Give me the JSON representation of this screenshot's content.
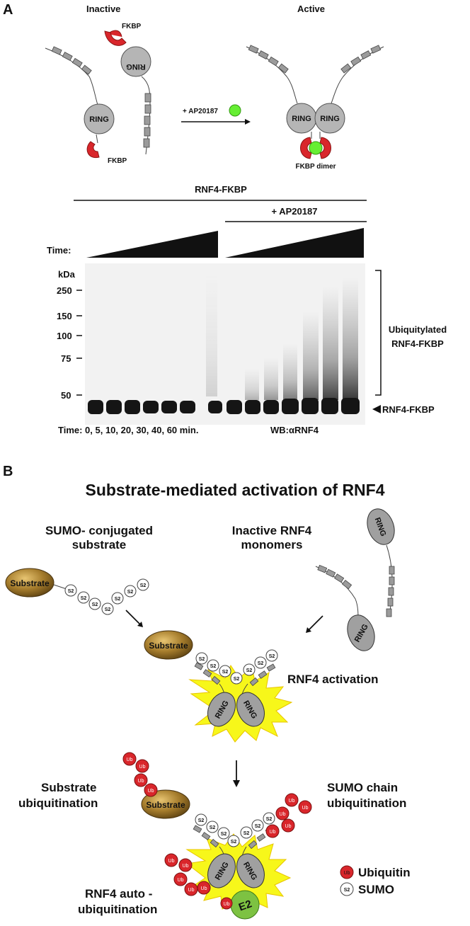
{
  "panelA": {
    "label": "A",
    "inactive_title": "Inactive",
    "active_title": "Active",
    "fkbp_label": "FKBP",
    "ring_label": "RING",
    "drug_label": "+ AP20187",
    "fkbp_dimer_label": "FKBP dimer",
    "blot": {
      "construct_label": "RNF4-FKBP",
      "drug_label": "+ AP20187",
      "time_label": "Time:",
      "kda_label": "kDa",
      "markers": [
        "250",
        "150",
        "100",
        "75",
        "50"
      ],
      "bracket_label_line1": "Ubiquitylated",
      "bracket_label_line2": "RNF4-FKBP",
      "band_label": "RNF4-FKBP",
      "time_footer": "Time: 0, 5, 10, 20, 30, 40, 60 min.",
      "wb_label": "WB:αRNF4"
    }
  },
  "panelB": {
    "label": "B",
    "title": "Substrate-mediated activation of RNF4",
    "sumo_substrate_line1": "SUMO- conjugated",
    "sumo_substrate_line2": "substrate",
    "inactive_line1": "Inactive RNF4",
    "inactive_line2": "monomers",
    "substrate_label": "Substrate",
    "s2_label": "S2",
    "ring_label": "RING",
    "activation_label": "RNF4 activation",
    "sub_ub_line1": "Substrate",
    "sub_ub_line2": "ubiquitination",
    "sumo_chain_line1": "SUMO chain",
    "sumo_chain_line2": "ubiquitination",
    "auto_line1": "RNF4 auto -",
    "auto_line2": "ubiquitination",
    "ub_label": "Ub",
    "e2_label": "E2",
    "legend_ubiquitin": "Ubiquitin",
    "legend_sumo": "SUMO"
  },
  "colors": {
    "ring_gray": "#b5b5b5",
    "fkbp_red": "#d9262b",
    "drug_green": "#66ee33",
    "substrate_gold": "#a07a30",
    "ub_red": "#d9262b",
    "star_yellow": "#f7f71a",
    "e2_green": "#7dc242"
  }
}
